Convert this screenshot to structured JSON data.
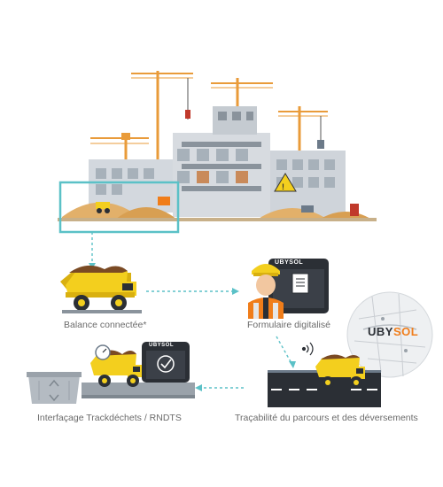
{
  "steps": {
    "scale": {
      "label": "Balance connectée*"
    },
    "form": {
      "label": "Formulaire digitalisé"
    },
    "interface": {
      "label": "Interfaçage Trackdéchets / RNDTS"
    },
    "tracking": {
      "label": "Traçabilité du parcours et des déversements"
    }
  },
  "brand": {
    "name": "UBYSOL",
    "name_left": "UBY",
    "name_right": "SOL"
  },
  "colors": {
    "accent": "#5bc1c7",
    "truck": "#f3cf1e",
    "truck_shadow": "#d9b00f",
    "crane": "#e99b3a",
    "dirt": "#7a4a24",
    "sand": "#e2b06a",
    "dark": "#2b2f35",
    "logo_orange": "#f07d1a"
  }
}
